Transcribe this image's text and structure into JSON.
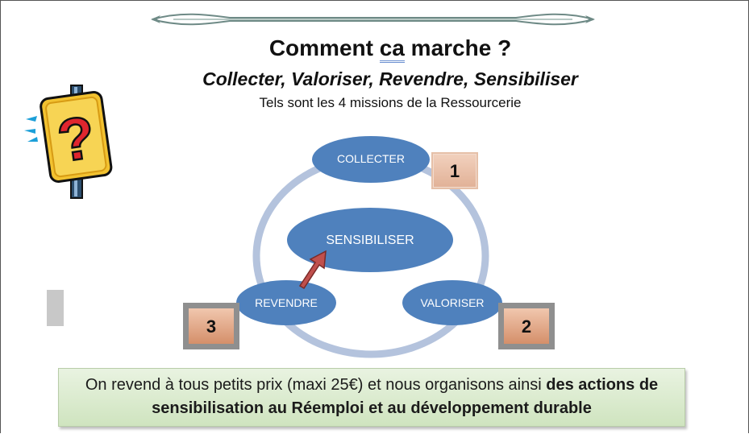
{
  "header": {
    "title_prefix": "Comment ",
    "title_ca": "ca",
    "title_suffix": " marche ?",
    "subtitle": "Collecter, Valoriser, Revendre, Sensibiliser",
    "caption": "Tels sont les 4 missions de la Ressourcerie"
  },
  "cycle": {
    "center": "SENSIBILISER",
    "nodes": [
      {
        "label": "COLLECTER",
        "number": "1"
      },
      {
        "label": "VALORISER",
        "number": "2"
      },
      {
        "label": "REVENDRE",
        "number": "3"
      }
    ]
  },
  "footer": {
    "text_plain": "On revend à tous petits prix (maxi 25€) et nous organisons ainsi ",
    "text_bold": "des actions de sensibilisation au Réemploi et au développement durable"
  },
  "colors": {
    "node_fill": "#4f81bd",
    "ring": "#b4c3dd",
    "badge": "#e0a37f",
    "footer_bg": "#d7eacb"
  },
  "icons": [
    "question-sign-icon",
    "arrow-icon",
    "ornament-icon"
  ]
}
